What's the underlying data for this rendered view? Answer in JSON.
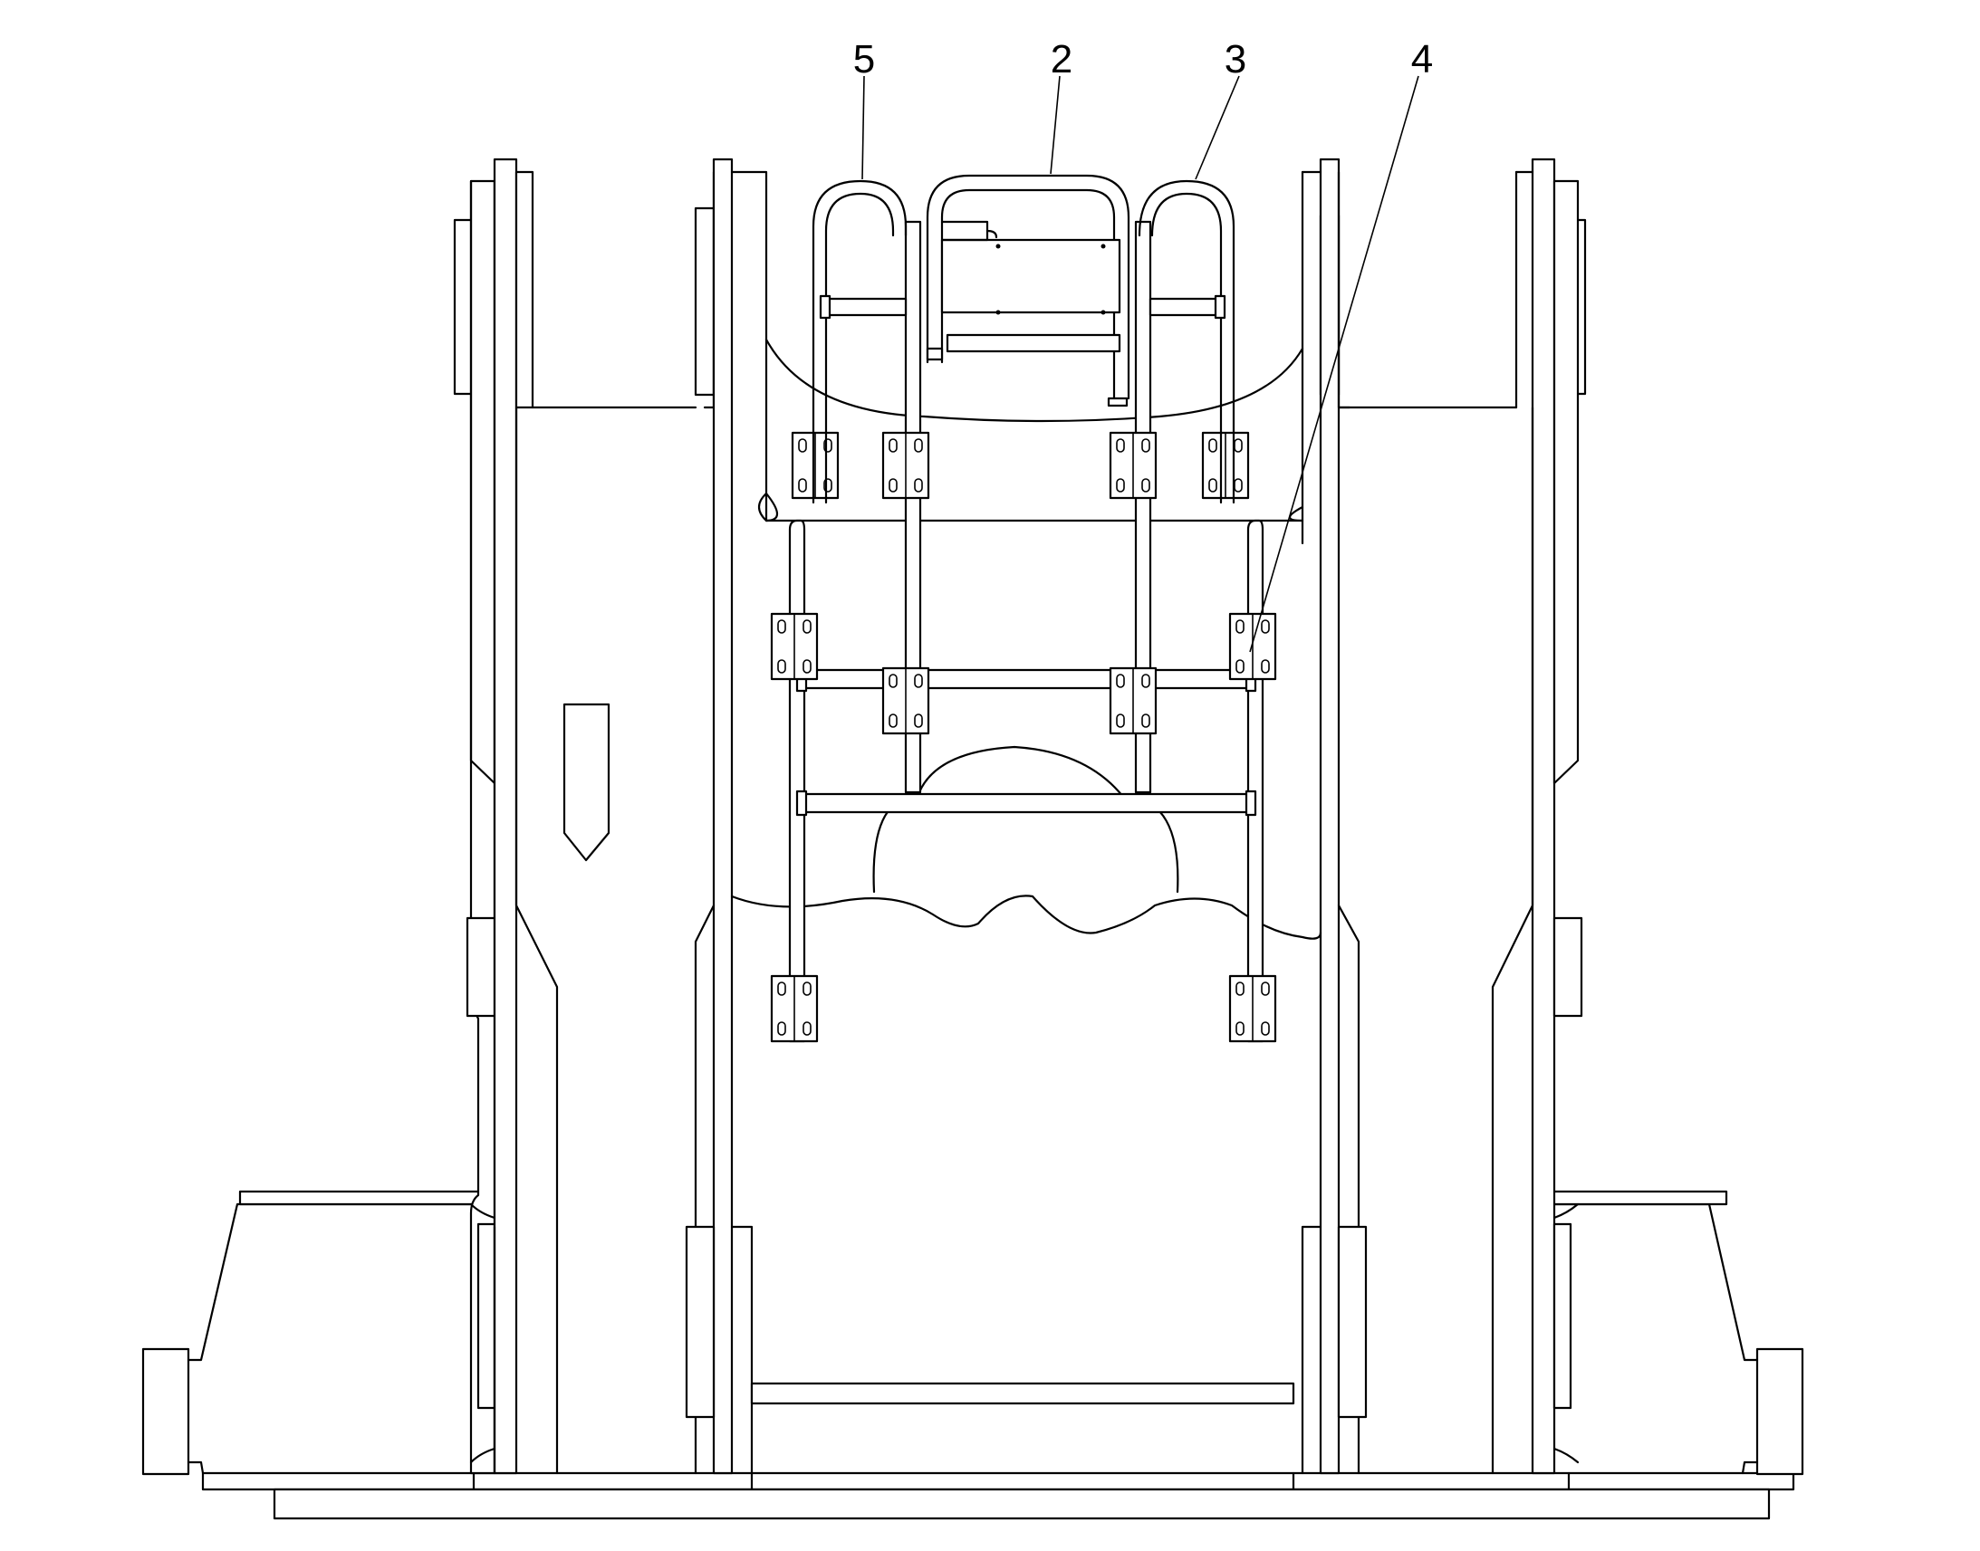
{
  "callouts": [
    {
      "id": "5",
      "label": "5"
    },
    {
      "id": "2",
      "label": "2"
    },
    {
      "id": "3",
      "label": "3"
    },
    {
      "id": "4",
      "label": "4"
    }
  ],
  "colors": {
    "line": "#000000",
    "background": "#ffffff"
  }
}
